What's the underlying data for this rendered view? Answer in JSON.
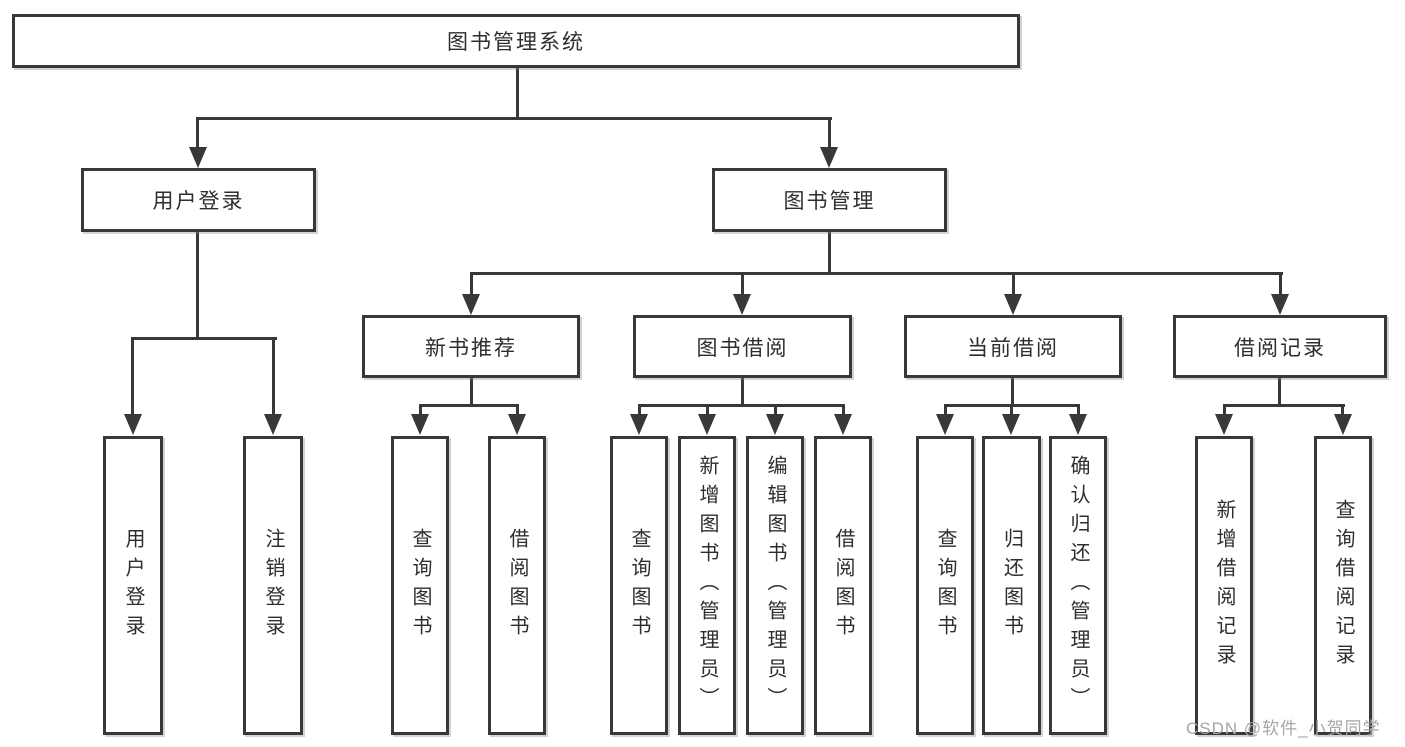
{
  "diagram_title": "图书管理系统",
  "nodes": {
    "root": "图书管理系统",
    "user_login": "用户登录",
    "book_mgmt": "图书管理",
    "new_books": "新书推荐",
    "book_borrow": "图书借阅",
    "current_borrow": "当前借阅",
    "borrow_records": "借阅记录",
    "leaf_user_login": "用户登录",
    "leaf_logout": "注销登录",
    "leaf_nb_query": "查询图书",
    "leaf_nb_borrow": "借阅图书",
    "leaf_bb_query": "查询图书",
    "leaf_bb_add": "新增图书（管理员）",
    "leaf_bb_edit": "编辑图书（管理员）",
    "leaf_bb_borrow": "借阅图书",
    "leaf_cb_query": "查询图书",
    "leaf_cb_return": "归还图书",
    "leaf_cb_confirm": "确认归还（管理员）",
    "leaf_br_add": "新增借阅记录",
    "leaf_br_query": "查询借阅记录"
  },
  "colors": {
    "line": "#383838",
    "text": "#2e2e2e",
    "background": "#ffffff",
    "watermark": "#a6a6a6"
  },
  "watermark": "CSDN @软件_小贺同学"
}
